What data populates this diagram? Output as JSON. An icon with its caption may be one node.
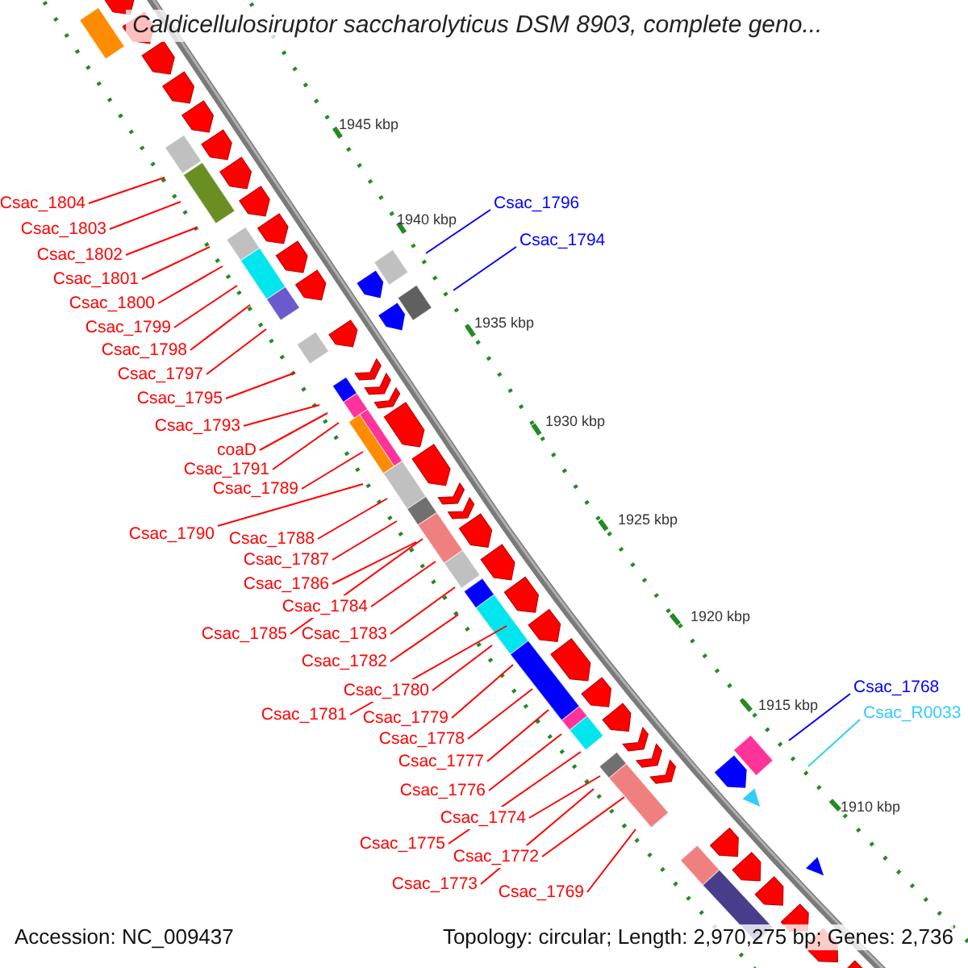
{
  "diagram": {
    "title": "Caldicellulosiruptor saccharolyticus DSM 8903, complete geno...",
    "nodes": [
      {
        "text": [
          "Csac_1804"
        ]
      },
      {
        "text": [
          "Csac_1803"
        ]
      },
      {
        "text": [
          "Csac_1802"
        ]
      },
      {
        "text": [
          "Csac_1801"
        ]
      },
      {
        "text": [
          "Csac_1800"
        ]
      },
      {
        "text": [
          "Csac_1799"
        ]
      },
      {
        "text": [
          "Csac_1798"
        ]
      },
      {
        "text": [
          "Csac_1797"
        ]
      },
      {
        "text": [
          "Csac_1795"
        ]
      },
      {
        "text": [
          "Csac_1793"
        ]
      },
      {
        "text": [
          "coaD"
        ]
      },
      {
        "text": [
          "Csac_1791"
        ]
      },
      {
        "text": [
          "Csac_1789"
        ]
      },
      {
        "text": [
          "Csac_1790"
        ]
      },
      {
        "text": [
          "Csac_1788"
        ]
      },
      {
        "text": [
          "Csac_1787"
        ]
      },
      {
        "text": [
          "Csac_1786"
        ]
      },
      {
        "text": [
          "Csac_1784"
        ]
      },
      {
        "text": [
          "Csac_1785"
        ]
      },
      {
        "text": [
          "Csac_1783"
        ]
      },
      {
        "text": [
          "Csac_1782"
        ]
      },
      {
        "text": [
          "Csac_1780"
        ]
      },
      {
        "text": [
          "Csac_1781"
        ]
      },
      {
        "text": [
          "Csac_1779"
        ]
      },
      {
        "text": [
          "Csac_1778"
        ]
      },
      {
        "text": [
          "Csac_1777"
        ]
      },
      {
        "text": [
          "Csac_1776"
        ]
      },
      {
        "text": [
          "Csac_1774"
        ]
      },
      {
        "text": [
          "Csac_1775"
        ]
      },
      {
        "text": [
          "Csac_1772"
        ]
      },
      {
        "text": [
          "Csac_1773"
        ]
      },
      {
        "text": [
          "Csac_1769"
        ]
      },
      {
        "text": [
          "Csac_1796"
        ]
      },
      {
        "text": [
          "Csac_1794"
        ]
      },
      {
        "text": [
          "Csac_1768"
        ]
      },
      {
        "text": [
          "Csac_R0033"
        ]
      }
    ],
    "edges": [
      {
        "from": 0,
        "to": null,
        "arrow": "none"
      },
      {
        "from": 1,
        "to": null,
        "arrow": "none"
      },
      {
        "from": 2,
        "to": null,
        "arrow": "none"
      },
      {
        "from": 3,
        "to": null,
        "arrow": "none"
      },
      {
        "from": 4,
        "to": null,
        "arrow": "none"
      },
      {
        "from": 5,
        "to": null,
        "arrow": "none"
      },
      {
        "from": 6,
        "to": null,
        "arrow": "none"
      },
      {
        "from": 7,
        "to": null,
        "arrow": "none"
      },
      {
        "from": 8,
        "to": null,
        "arrow": "none"
      },
      {
        "from": 9,
        "to": null,
        "arrow": "none"
      },
      {
        "from": 10,
        "to": null,
        "arrow": "none"
      },
      {
        "from": 11,
        "to": null,
        "arrow": "none"
      },
      {
        "from": 12,
        "to": null,
        "arrow": "none"
      },
      {
        "from": 13,
        "to": null,
        "arrow": "none"
      },
      {
        "from": 14,
        "to": null,
        "arrow": "none"
      },
      {
        "from": 15,
        "to": null,
        "arrow": "none"
      },
      {
        "from": 16,
        "to": null,
        "arrow": "none"
      },
      {
        "from": 17,
        "to": null,
        "arrow": "none"
      },
      {
        "from": 18,
        "to": null,
        "arrow": "none"
      },
      {
        "from": 19,
        "to": null,
        "arrow": "none"
      },
      {
        "from": 20,
        "to": null,
        "arrow": "none"
      },
      {
        "from": 21,
        "to": null,
        "arrow": "none"
      },
      {
        "from": 22,
        "to": null,
        "arrow": "none"
      },
      {
        "from": 23,
        "to": null,
        "arrow": "none"
      },
      {
        "from": 24,
        "to": null,
        "arrow": "none"
      },
      {
        "from": 25,
        "to": null,
        "arrow": "none"
      },
      {
        "from": 26,
        "to": null,
        "arrow": "none"
      },
      {
        "from": 27,
        "to": null,
        "arrow": "none"
      },
      {
        "from": 28,
        "to": null,
        "arrow": "none"
      },
      {
        "from": 29,
        "to": null,
        "arrow": "none"
      },
      {
        "from": 30,
        "to": null,
        "arrow": "none"
      },
      {
        "from": 31,
        "to": null,
        "arrow": "none"
      },
      {
        "from": 32,
        "to": null,
        "arrow": "none",
        "color": "#0000ff"
      },
      {
        "from": 33,
        "to": null,
        "arrow": "none",
        "color": "#0000ff"
      },
      {
        "from": 34,
        "to": null,
        "arrow": "none",
        "color": "#0000ff"
      },
      {
        "from": 35,
        "to": null,
        "arrow": "none",
        "color": "#33ccff"
      }
    ],
    "labels": [
      "1945 kbp",
      "1940 kbp",
      "1935 kbp",
      "1930 kbp",
      "1925 kbp",
      "1920 kbp",
      "1915 kbp",
      "1910 kbp",
      "Accession: NC_009437",
      "Topology: circular; Length: 2,970,275 bp; Genes: 2,736"
    ]
  }
}
